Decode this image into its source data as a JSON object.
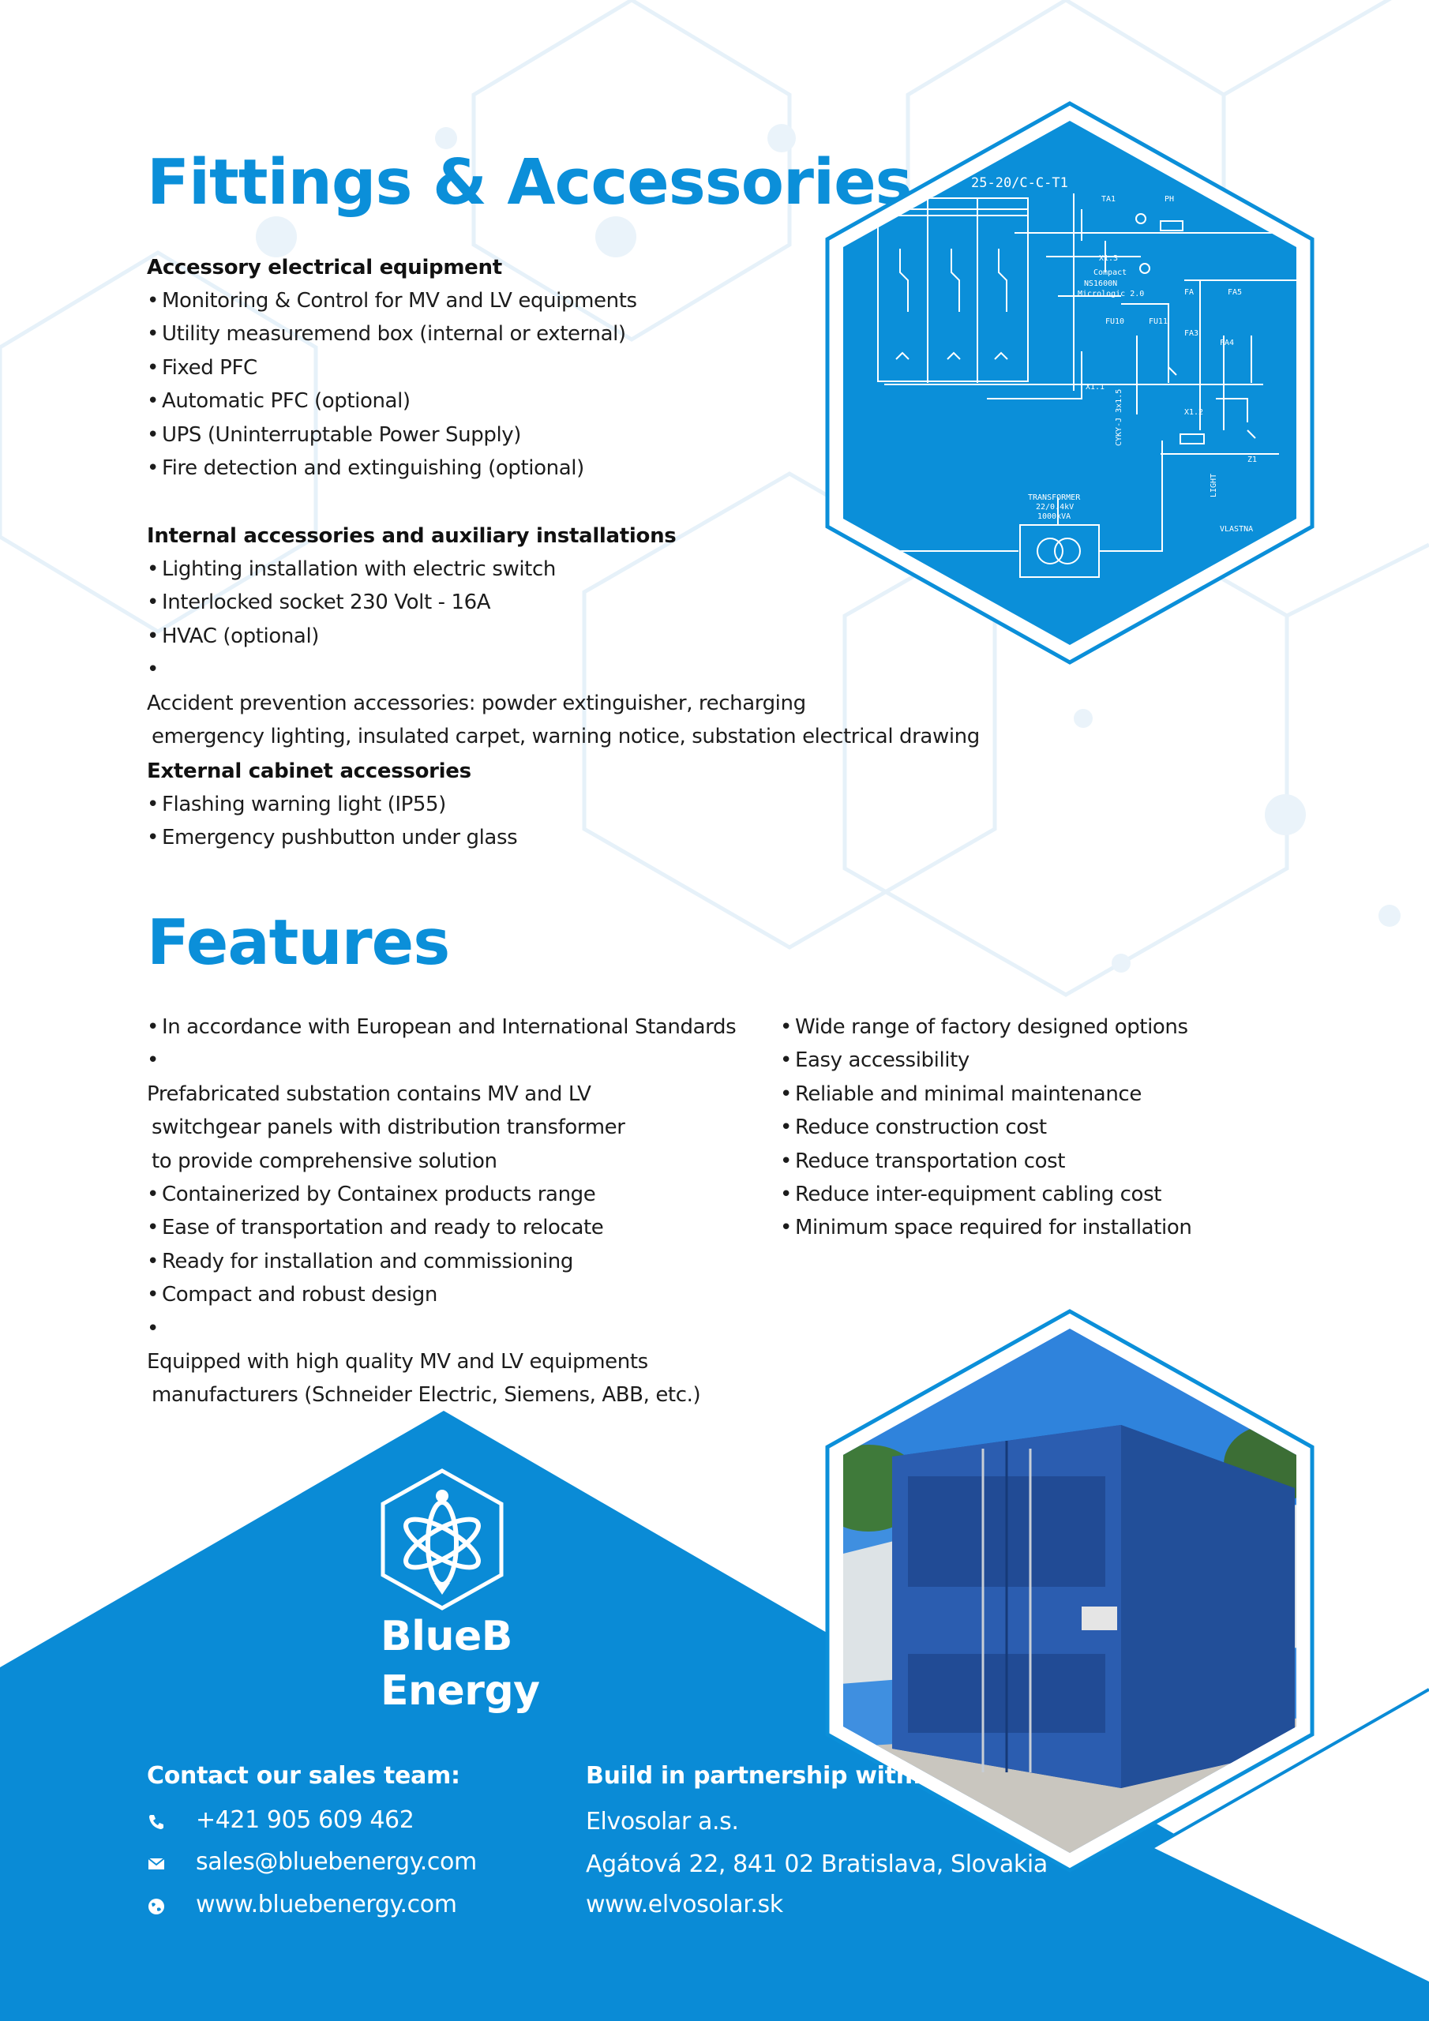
{
  "fittings": {
    "title": "Fittings & Accessories",
    "groups": [
      {
        "title": "Accessory electrical equipment",
        "items": [
          "Monitoring & Control for MV and LV equipments",
          "Utility measuremend box (internal or external)",
          "Fixed PFC",
          "Automatic PFC (optional)",
          "UPS (Uninterruptable Power Supply)",
          "Fire detection and extinguishing (optional)"
        ]
      },
      {
        "title": "Internal accessories and auxiliary installations",
        "items": [
          "Lighting installation with electric switch",
          "Interlocked socket 230 Volt - 16A",
          "HVAC (optional)",
          [
            "Accident prevention accessories: powder extinguisher, recharging",
            "emergency lighting, insulated carpet, warning notice, substation electrical drawing"
          ]
        ]
      },
      {
        "title": "External cabinet accessories",
        "items": [
          "Flashing warning light (IP55)",
          "Emergency pushbutton under glass"
        ]
      }
    ]
  },
  "features": {
    "title": "Features",
    "left": [
      "In accordance with European and International Standards",
      [
        "Prefabricated substation contains MV and LV",
        "switchgear panels with distribution transformer",
        "to provide comprehensive solution"
      ],
      "Containerized by Containex products range",
      "Ease of transportation and ready to relocate",
      "Ready for installation and commissioning",
      "Compact and robust design",
      [
        "Equipped with high quality MV and LV equipments",
        "manufacturers (Schneider Electric, Siemens, ABB, etc.)"
      ]
    ],
    "right": [
      "Wide range of factory designed options",
      "Easy accessibility",
      "Reliable and minimal maintenance",
      "Reduce construction cost",
      "Reduce transportation cost",
      "Reduce inter-equipment cabling cost",
      "Minimum space required for installation"
    ]
  },
  "diagram": {
    "texts": [
      "25-20/C-C-T1",
      "TA1",
      "PH",
      "FA",
      "FA5",
      "FU10",
      "FU11",
      "FA3",
      "FA4",
      "X1.1",
      "X1.2",
      "X1.3",
      "TRANSFORMER",
      "22/0.4kV",
      "1000kVA",
      "Z1",
      "VLASTNA",
      "Compact",
      "NS1600N",
      "Micrologic 2.0",
      "CYKY-J 3x1.5",
      "LIGHT"
    ]
  },
  "brand": {
    "line1": "BlueB",
    "line2": "Energy"
  },
  "contact": {
    "title": "Contact our sales team:",
    "phone": "+421 905 609 462",
    "email": "sales@bluebenergy.com",
    "web": "www.bluebenergy.com"
  },
  "partner": {
    "title": "Build in partnership with:",
    "name": "Elvosolar a.s.",
    "address": "Agátová 22, 841 02 Bratislava, Slovakia",
    "web": "www.elvosolar.sk"
  },
  "colors": {
    "accent": "#0b8fd9",
    "bottom_blue": "#0a8bd6",
    "text": "#1c1c1c",
    "pattern": "#e3f0f9"
  },
  "icons": [
    "phone-icon",
    "mail-icon",
    "globe-icon",
    "atom-logo-icon"
  ]
}
